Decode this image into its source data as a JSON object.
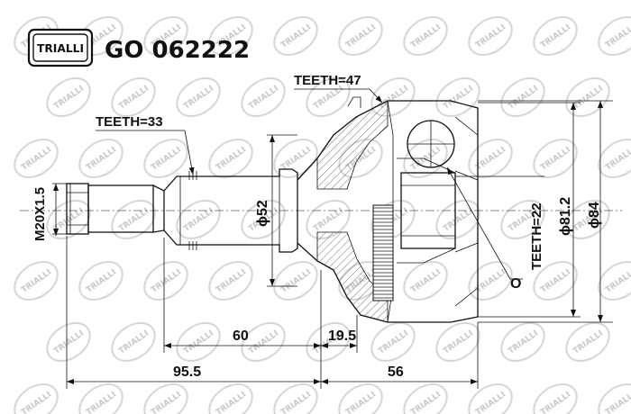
{
  "header": {
    "brand": "TRIALLI",
    "part_number": "GO 062222"
  },
  "labels": {
    "teeth_outer": "TEETH=47",
    "teeth_shaft": "TEETH=33",
    "teeth_inner": "TEETH=22",
    "thread": "M20X1.5",
    "dia_shaft": "ϕ52",
    "dia_inner": "ϕ81.2",
    "dia_outer": "ϕ84",
    "o_mark": "O",
    "len_60": "60",
    "len_19_5": "19.5",
    "len_95_5": "95.5",
    "len_56": "56"
  },
  "watermark": {
    "text": "TRIALLI"
  }
}
